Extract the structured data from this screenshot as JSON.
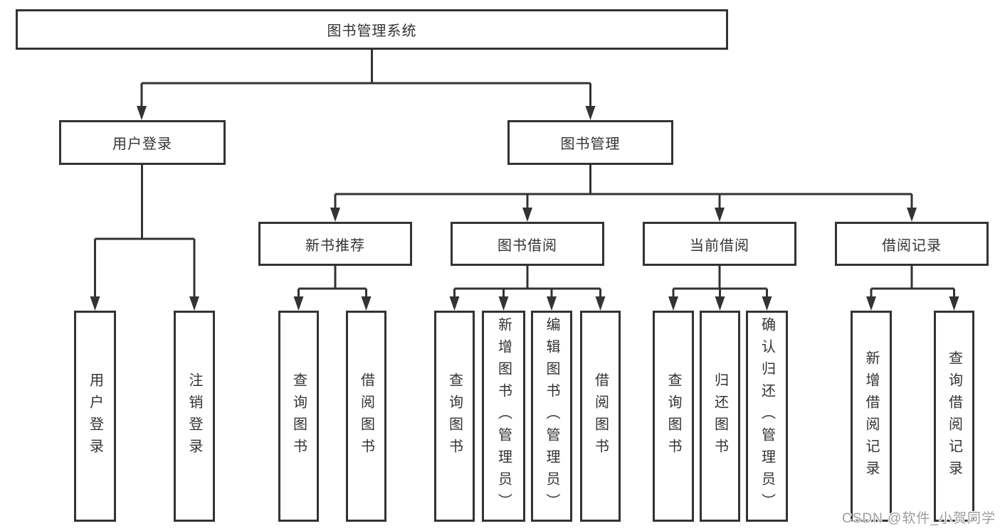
{
  "nodes": {
    "root": "图书管理系统",
    "user_login": "用户登录",
    "book_mgmt": "图书管理",
    "new_book_rec": "新书推荐",
    "book_borrow": "图书借阅",
    "current_borrow": "当前借阅",
    "borrow_record": "借阅记录",
    "leaf_user_login": "用户登录",
    "leaf_logout": "注销登录",
    "leaf_rec_query": "查询图书",
    "leaf_rec_borrow": "借阅图书",
    "leaf_bb_query": "查询图书",
    "leaf_bb_add": "新增图书（管理员）",
    "leaf_bb_edit": "编辑图书（管理员）",
    "leaf_bb_borrow": "借阅图书",
    "leaf_cb_query": "查询图书",
    "leaf_cb_return": "归还图书",
    "leaf_cb_confirm": "确认归还（管理员）",
    "leaf_br_add": "新增借阅记录",
    "leaf_br_query": "查询借阅记录"
  },
  "watermark": "CSDN @软件_小贺同学",
  "colors": {
    "line": "#333333",
    "box_fill": "#ffffff",
    "watermark": "#9c9c9c"
  }
}
